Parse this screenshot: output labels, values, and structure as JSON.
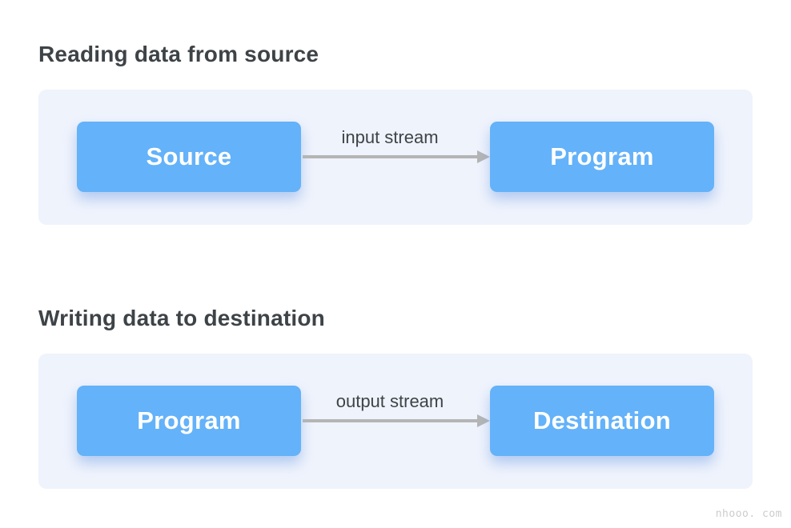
{
  "page": {
    "watermark": "nhooo. com"
  },
  "colors": {
    "page_bg": "#ffffff",
    "panel_bg": "#eff3fc",
    "box_blue": "#64b2f9",
    "box_text": "#ffffff",
    "heading_text": "#3e4347",
    "label_text": "#3e4347",
    "arrow_gray": "#b5b5b5",
    "watermark_gray": "#cccccc"
  },
  "sections": [
    {
      "heading": "Reading data from source",
      "from_box": "Source",
      "arrow_label": "input stream",
      "to_box": "Program"
    },
    {
      "heading": "Writing data to destination",
      "from_box": "Program",
      "arrow_label": "output stream",
      "to_box": "Destination"
    }
  ]
}
